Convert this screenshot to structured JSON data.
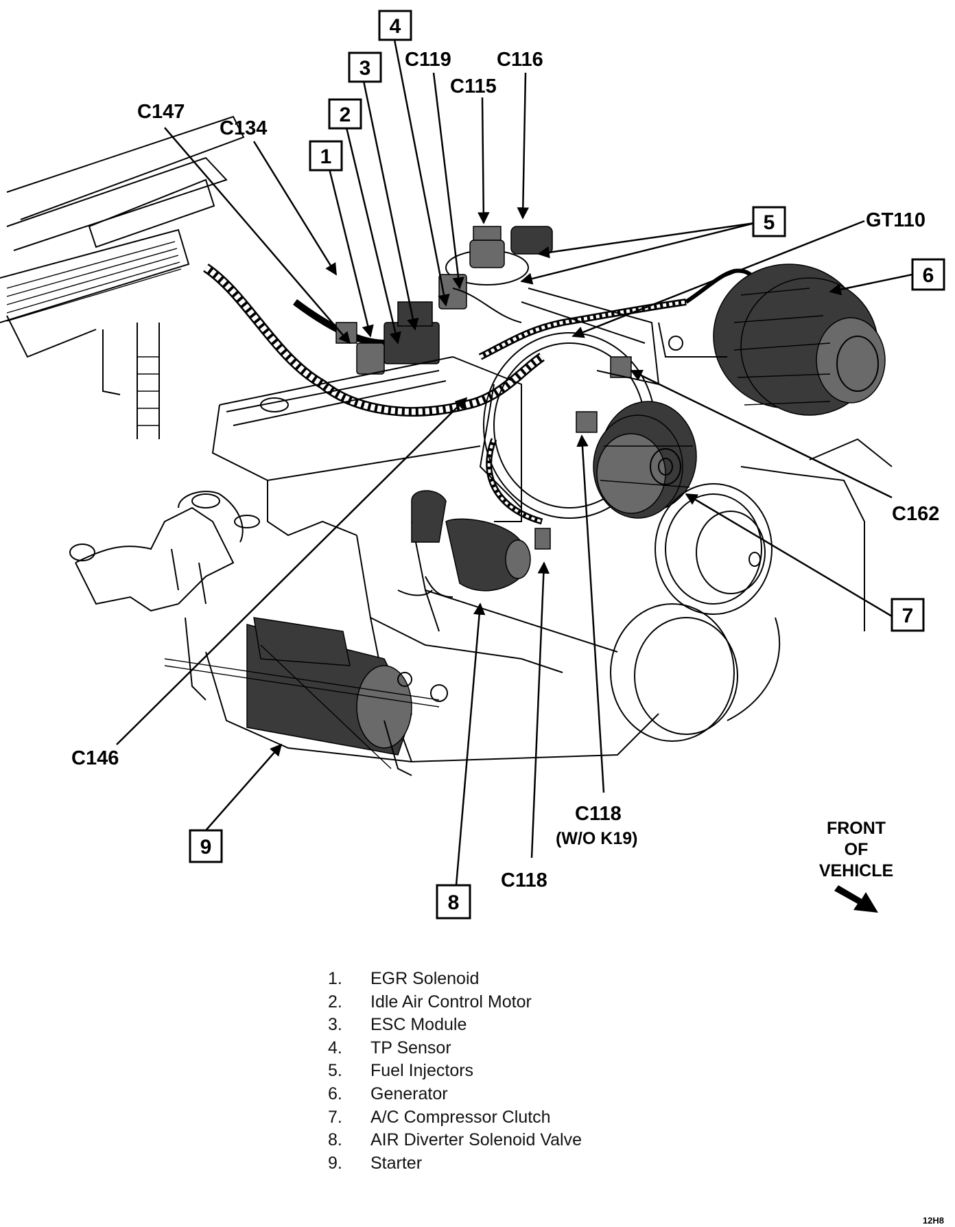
{
  "connectors": {
    "c147": "C147",
    "c134": "C134",
    "c119": "C119",
    "c115": "C115",
    "c116": "C116",
    "gt110": "GT110",
    "c162": "C162",
    "c146": "C146",
    "c118_wo": "C118",
    "wo_k19": "(W/O K19)",
    "c118": "C118"
  },
  "callouts": [
    "1",
    "2",
    "3",
    "4",
    "5",
    "6",
    "7",
    "8",
    "9"
  ],
  "direction": {
    "line1": "FRONT",
    "line2": "OF",
    "line3": "VEHICLE"
  },
  "legend": [
    {
      "num": "1.",
      "text": "EGR Solenoid"
    },
    {
      "num": "2.",
      "text": "Idle Air Control Motor"
    },
    {
      "num": "3.",
      "text": "ESC Module"
    },
    {
      "num": "4.",
      "text": "TP Sensor"
    },
    {
      "num": "5.",
      "text": "Fuel Injectors"
    },
    {
      "num": "6.",
      "text": "Generator"
    },
    {
      "num": "7.",
      "text": "A/C Compressor Clutch"
    },
    {
      "num": "8.",
      "text": "AIR Diverter Solenoid Valve"
    },
    {
      "num": "9.",
      "text": "Starter"
    }
  ],
  "figure_code": "12H8"
}
